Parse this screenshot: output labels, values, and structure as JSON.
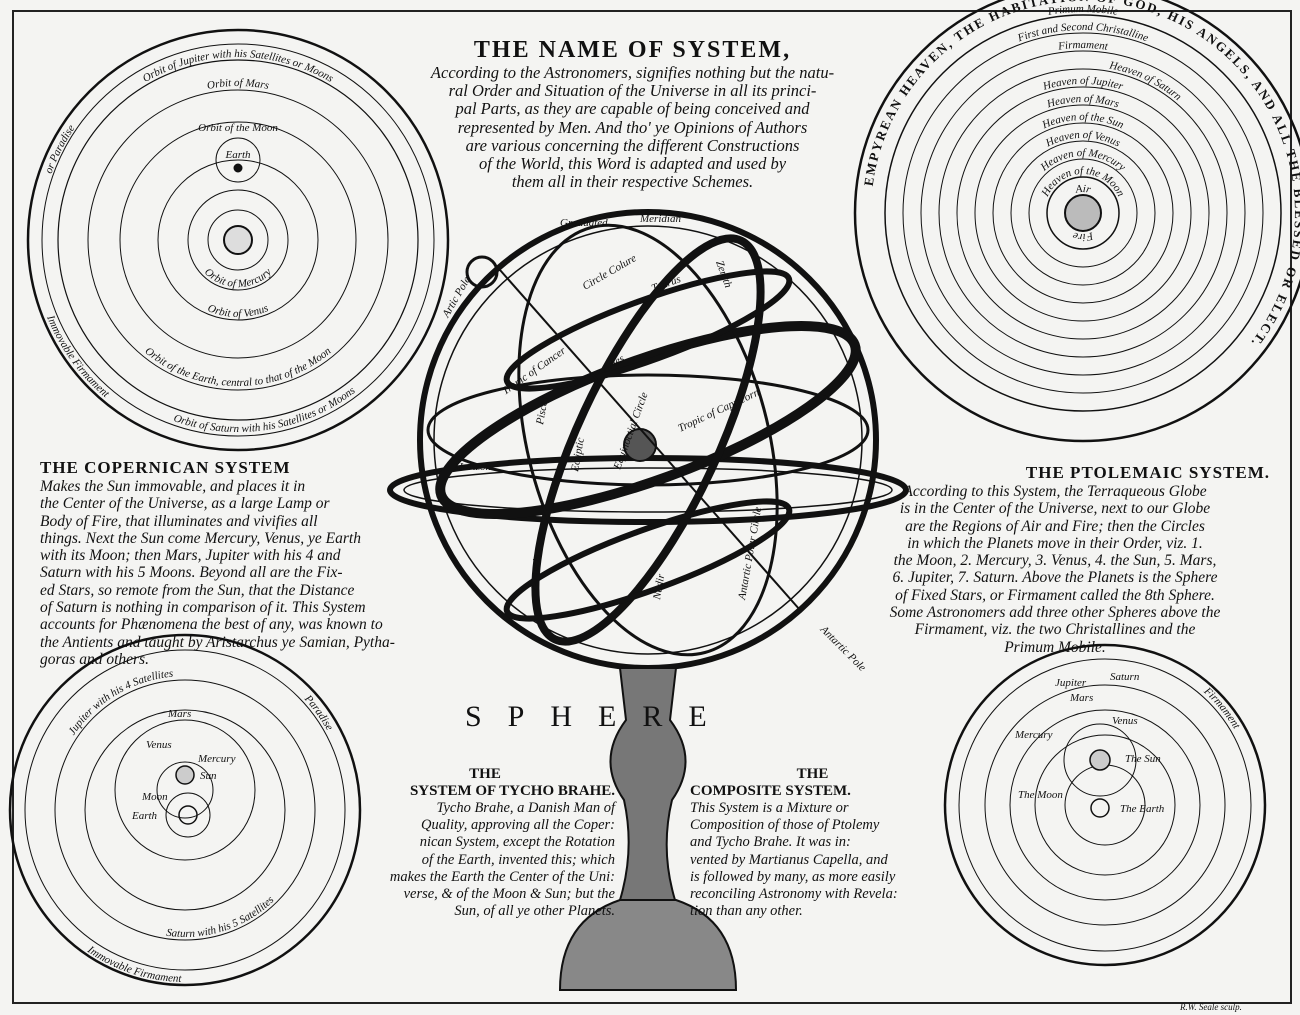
{
  "title_block": {
    "heading": "THE NAME OF SYSTEM,",
    "lines": [
      "According to the Astronomers, signifies nothing but the natu-",
      "ral Order and Situation of the Universe in all its princi-",
      "pal Parts, as they are capable of being conceived and",
      "represented by Men. And tho' ye Opinions of Authors",
      "are various concerning the different Constructions",
      "of the World, this Word is adapted and used by",
      "them all in their respective Schemes."
    ]
  },
  "copernican": {
    "heading": "THE COPERNICAN SYSTEM",
    "lines": [
      "Makes the Sun immovable, and places it in",
      "the Center of the Universe, as a large Lamp or",
      "Body of Fire, that illuminates and vivifies all",
      "things. Next the Sun come Mercury, Venus, ye Earth",
      "with its Moon; then Mars, Jupiter with his 4 and",
      "Saturn with his 5 Moons. Beyond all are the Fix-",
      "ed Stars, so remote from the Sun, that the Distance",
      "of Saturn is nothing in comparison of it. This System",
      "accounts for Phænomena the best of any, was known to",
      "the Antients and taught by Aristarchus ye Samian, Pytha-",
      "goras and others."
    ]
  },
  "ptolemaic": {
    "heading": "THE PTOLEMAIC SYSTEM.",
    "lines": [
      "According to this System, the Terraqueous Globe",
      "is in the Center of the Universe, next to our Globe",
      "are the Regions of Air and Fire; then the Circles",
      "in which the Planets move in their Order, viz. 1.",
      "the Moon, 2. Mercury, 3. Venus, 4. the Sun, 5. Mars,",
      "6. Jupiter, 7. Saturn. Above the Planets is the Sphere",
      "of Fixed Stars, or Firmament called the 8th Sphere.",
      "Some Astronomers add three other Spheres above the",
      "Firmament, viz. the two Christallines and the",
      "Primum Mobile."
    ]
  },
  "sphere_label": "SPHERE",
  "tycho": {
    "heading_1": "THE",
    "heading_2": "SYSTEM OF TYCHO BRAHE.",
    "lines": [
      "Tycho Brahe, a Danish Man of",
      "Quality, approving all the Coper:",
      "nican System, except the Rotation",
      "of the Earth, invented this; which",
      "makes the Earth the Center of the Uni:",
      "verse, & of the Moon & Sun; but the",
      "Sun, of all ye other Planets."
    ]
  },
  "composite": {
    "heading_1": "THE",
    "heading_2": "COMPOSITE SYSTEM.",
    "lines": [
      "This System is a Mixture or",
      "Composition of those of Ptolemy",
      "and Tycho Brahe. It was in:",
      "vented by Martianus Capella, and",
      "is followed by many, as more easily",
      "reconciling Astronomy with Revela:",
      "tion than any other."
    ]
  },
  "diagram_copernican": {
    "labels": [
      "Orbit of the Moon",
      "Earth",
      "Orbit of Mercury",
      "Orbit of Venus",
      "Orbit of the Earth, central to that of the Moon",
      "Orbit of Mars",
      "Orbit of Jupiter with his Satellites or Moons",
      "Orbit of Saturn with his Satellites or Moons",
      "Immovable Firmament",
      "or Paradise"
    ]
  },
  "diagram_ptolemaic": {
    "outer_ring": "EMPYREAN HEAVEN, THE HABITATION OF GOD, HIS ANGELS, AND ALL THE BLESSED OR ELECT.",
    "labels": [
      "Primum Mobile",
      "First and Second Christalline",
      "Firmament",
      "Heaven of Jupiter",
      "Heaven of Saturn",
      "Heaven of Mars",
      "Heaven of the Sun",
      "Heaven of Venus",
      "Heaven of Mercury",
      "Heaven of the Moon",
      "Air",
      "Fire"
    ]
  },
  "diagram_tycho": {
    "labels": [
      "Jupiter with his 4 Satellites",
      "Mars",
      "Venus",
      "Mercury",
      "Sun",
      "Moon",
      "Earth",
      "Saturn with his 5 Satellites",
      "Paradise",
      "Immovable Firmament"
    ]
  },
  "diagram_composite": {
    "labels": [
      "Firmament",
      "Jupiter",
      "Saturn",
      "Mars",
      "Venus",
      "Mercury",
      "The Sun",
      "The Moon",
      "The Earth"
    ]
  },
  "armillary": {
    "labels": [
      "Graduated",
      "Meridian",
      "Artic Pole",
      "Circle Colure",
      "Tropic of Cancer",
      "Equinoctial Circle",
      "Tropic of Capricorn",
      "Ecliptic",
      "Horizon",
      "Zenith",
      "Nadir",
      "Antartic Pole",
      "Antartic Polar Circle",
      "Aquarius",
      "Pisces",
      "Taurus",
      "Aries"
    ]
  },
  "signature": "R.W. Seale sculp."
}
